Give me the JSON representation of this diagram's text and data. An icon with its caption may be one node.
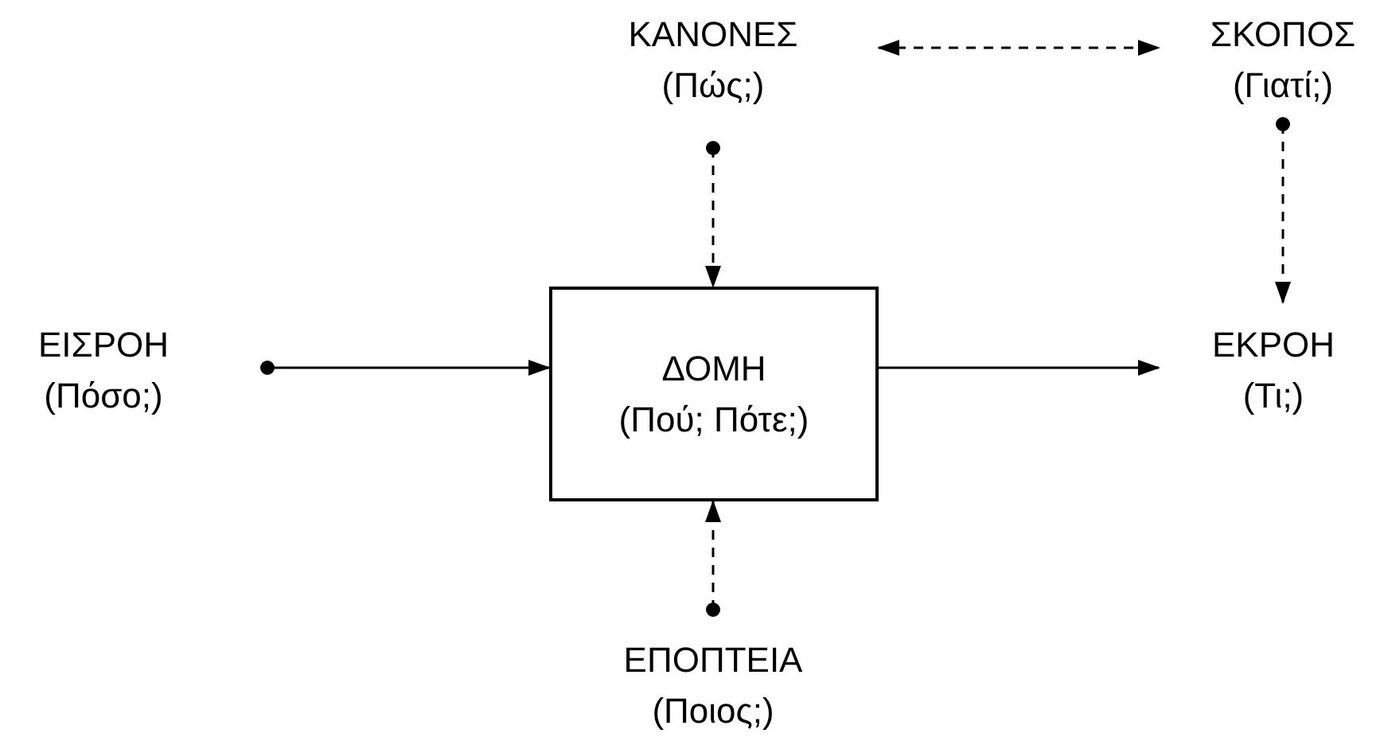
{
  "diagram": {
    "nodes": [
      {
        "text": [
          "ΚΑΝΟΝΕΣ",
          "(Πώς;)"
        ]
      },
      {
        "text": [
          "ΣΚΟΠΟΣ",
          "(Γιατί;)"
        ]
      },
      {
        "text": [
          "ΕΙΣΡΟΗ",
          "(Πόσο;)"
        ]
      },
      {
        "text": [
          "ΔΟΜΗ",
          "(Πού; Πότε;)"
        ]
      },
      {
        "text": [
          "ΕΚΡΟΗ",
          "(Τι;)"
        ]
      },
      {
        "text": [
          "ΕΠΟΠΤΕΙΑ",
          "(Ποιος;)"
        ]
      }
    ],
    "edges": [
      {
        "from": 0,
        "to": 1,
        "arrow": "both",
        "style": "dashed"
      },
      {
        "from": 0,
        "to": 3,
        "arrow": "to",
        "style": "dashed"
      },
      {
        "from": 1,
        "to": 4,
        "arrow": "to",
        "style": "dashed"
      },
      {
        "from": 2,
        "to": 3,
        "arrow": "to"
      },
      {
        "from": 3,
        "to": 4,
        "arrow": "to"
      },
      {
        "from": 5,
        "to": 3,
        "arrow": "to",
        "style": "dashed"
      }
    ]
  }
}
